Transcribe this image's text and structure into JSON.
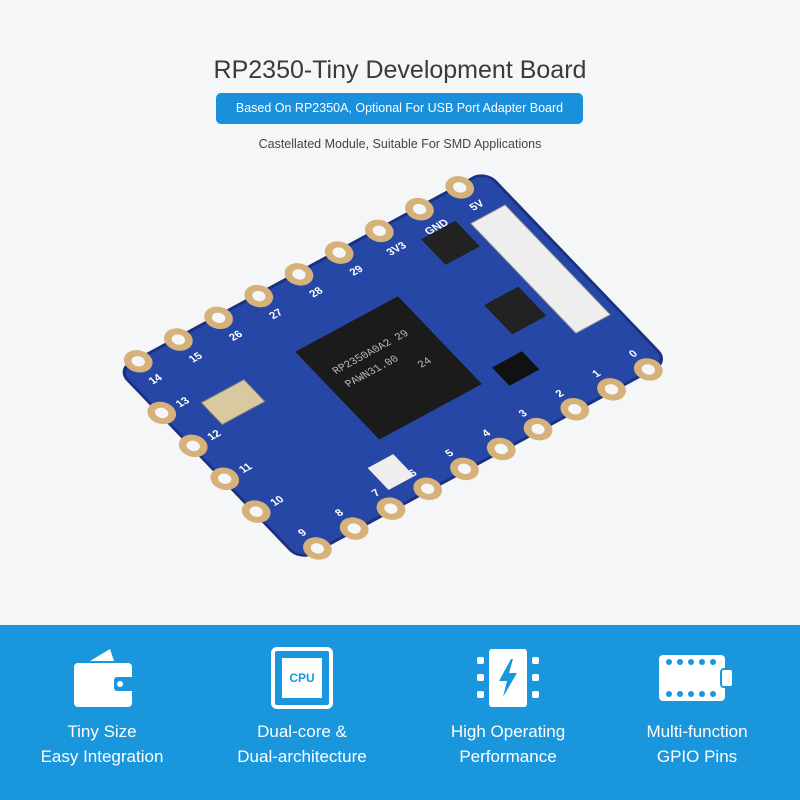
{
  "header": {
    "title": "RP2350-Tiny Development Board",
    "badge": "Based On RP2350A, Optional For USB Port Adapter Board",
    "subtitle": "Castellated Module, Suitable For SMD Applications"
  },
  "board": {
    "top_pins": [
      "14",
      "15",
      "26",
      "27",
      "28",
      "29",
      "3V3",
      "GND",
      "5V"
    ],
    "bottom_pins": [
      "9",
      "8",
      "7",
      "6",
      "5",
      "4",
      "3",
      "2",
      "1",
      "0"
    ],
    "left_pins": [
      "13",
      "12",
      "11",
      "10"
    ],
    "chip_marking": [
      "RP2350A0A2 29",
      "PAWN31.00",
      "24"
    ],
    "colors": {
      "pcb": "#2747a6",
      "pad": "#d6b27a",
      "chip": "#1b1b1b"
    }
  },
  "features": [
    {
      "icon": "wallet-icon",
      "line1": "Tiny Size",
      "line2": "Easy Integration"
    },
    {
      "icon": "cpu-icon",
      "line1": "Dual-core &",
      "line2": "Dual-architecture",
      "icon_text": "CPU"
    },
    {
      "icon": "lightning-chip-icon",
      "line1": "High Operating",
      "line2": "Performance"
    },
    {
      "icon": "gpio-board-icon",
      "line1": "Multi-function",
      "line2": "GPIO Pins"
    }
  ],
  "colors": {
    "accent": "#1996dc",
    "background": "#f5f6f7"
  }
}
